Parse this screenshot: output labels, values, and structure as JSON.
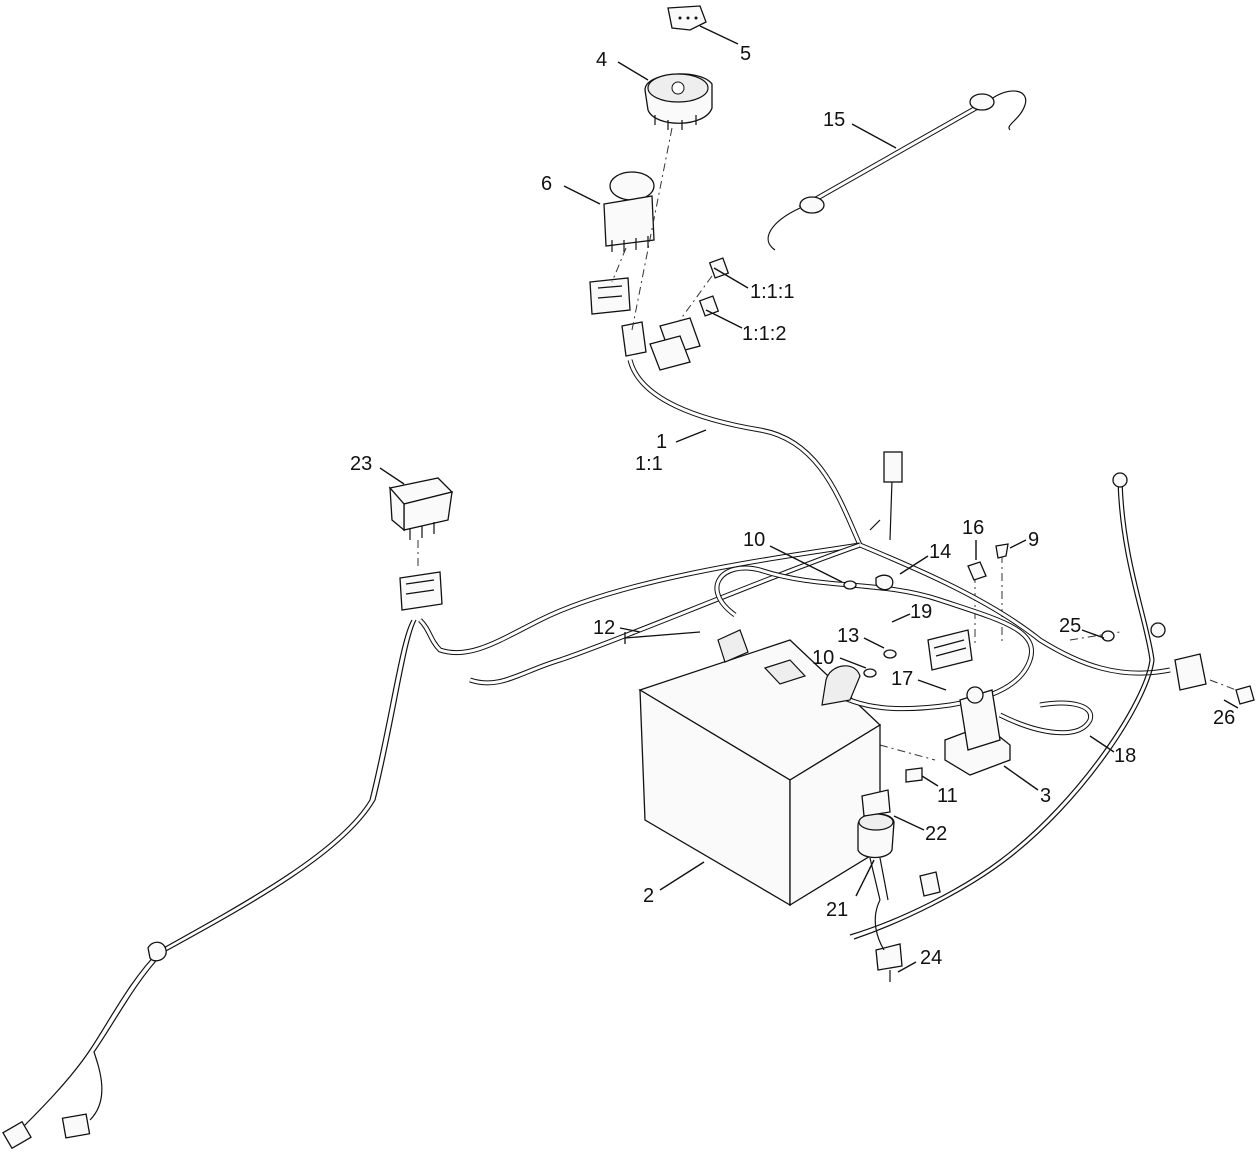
{
  "labels": {
    "l1": "1",
    "l1_1": "1:1",
    "l1_1_1": "1:1:1",
    "l1_1_2": "1:1:2",
    "l2": "2",
    "l3": "3",
    "l4": "4",
    "l5": "5",
    "l6": "6",
    "l9": "9",
    "l10a": "10",
    "l10b": "10",
    "l11": "11",
    "l12": "12",
    "l13": "13",
    "l14": "14",
    "l15": "15",
    "l16": "16",
    "l17": "17",
    "l18": "18",
    "l19": "19",
    "l21": "21",
    "l22": "22",
    "l23": "23",
    "l24": "24",
    "l25": "25",
    "l26": "26"
  }
}
